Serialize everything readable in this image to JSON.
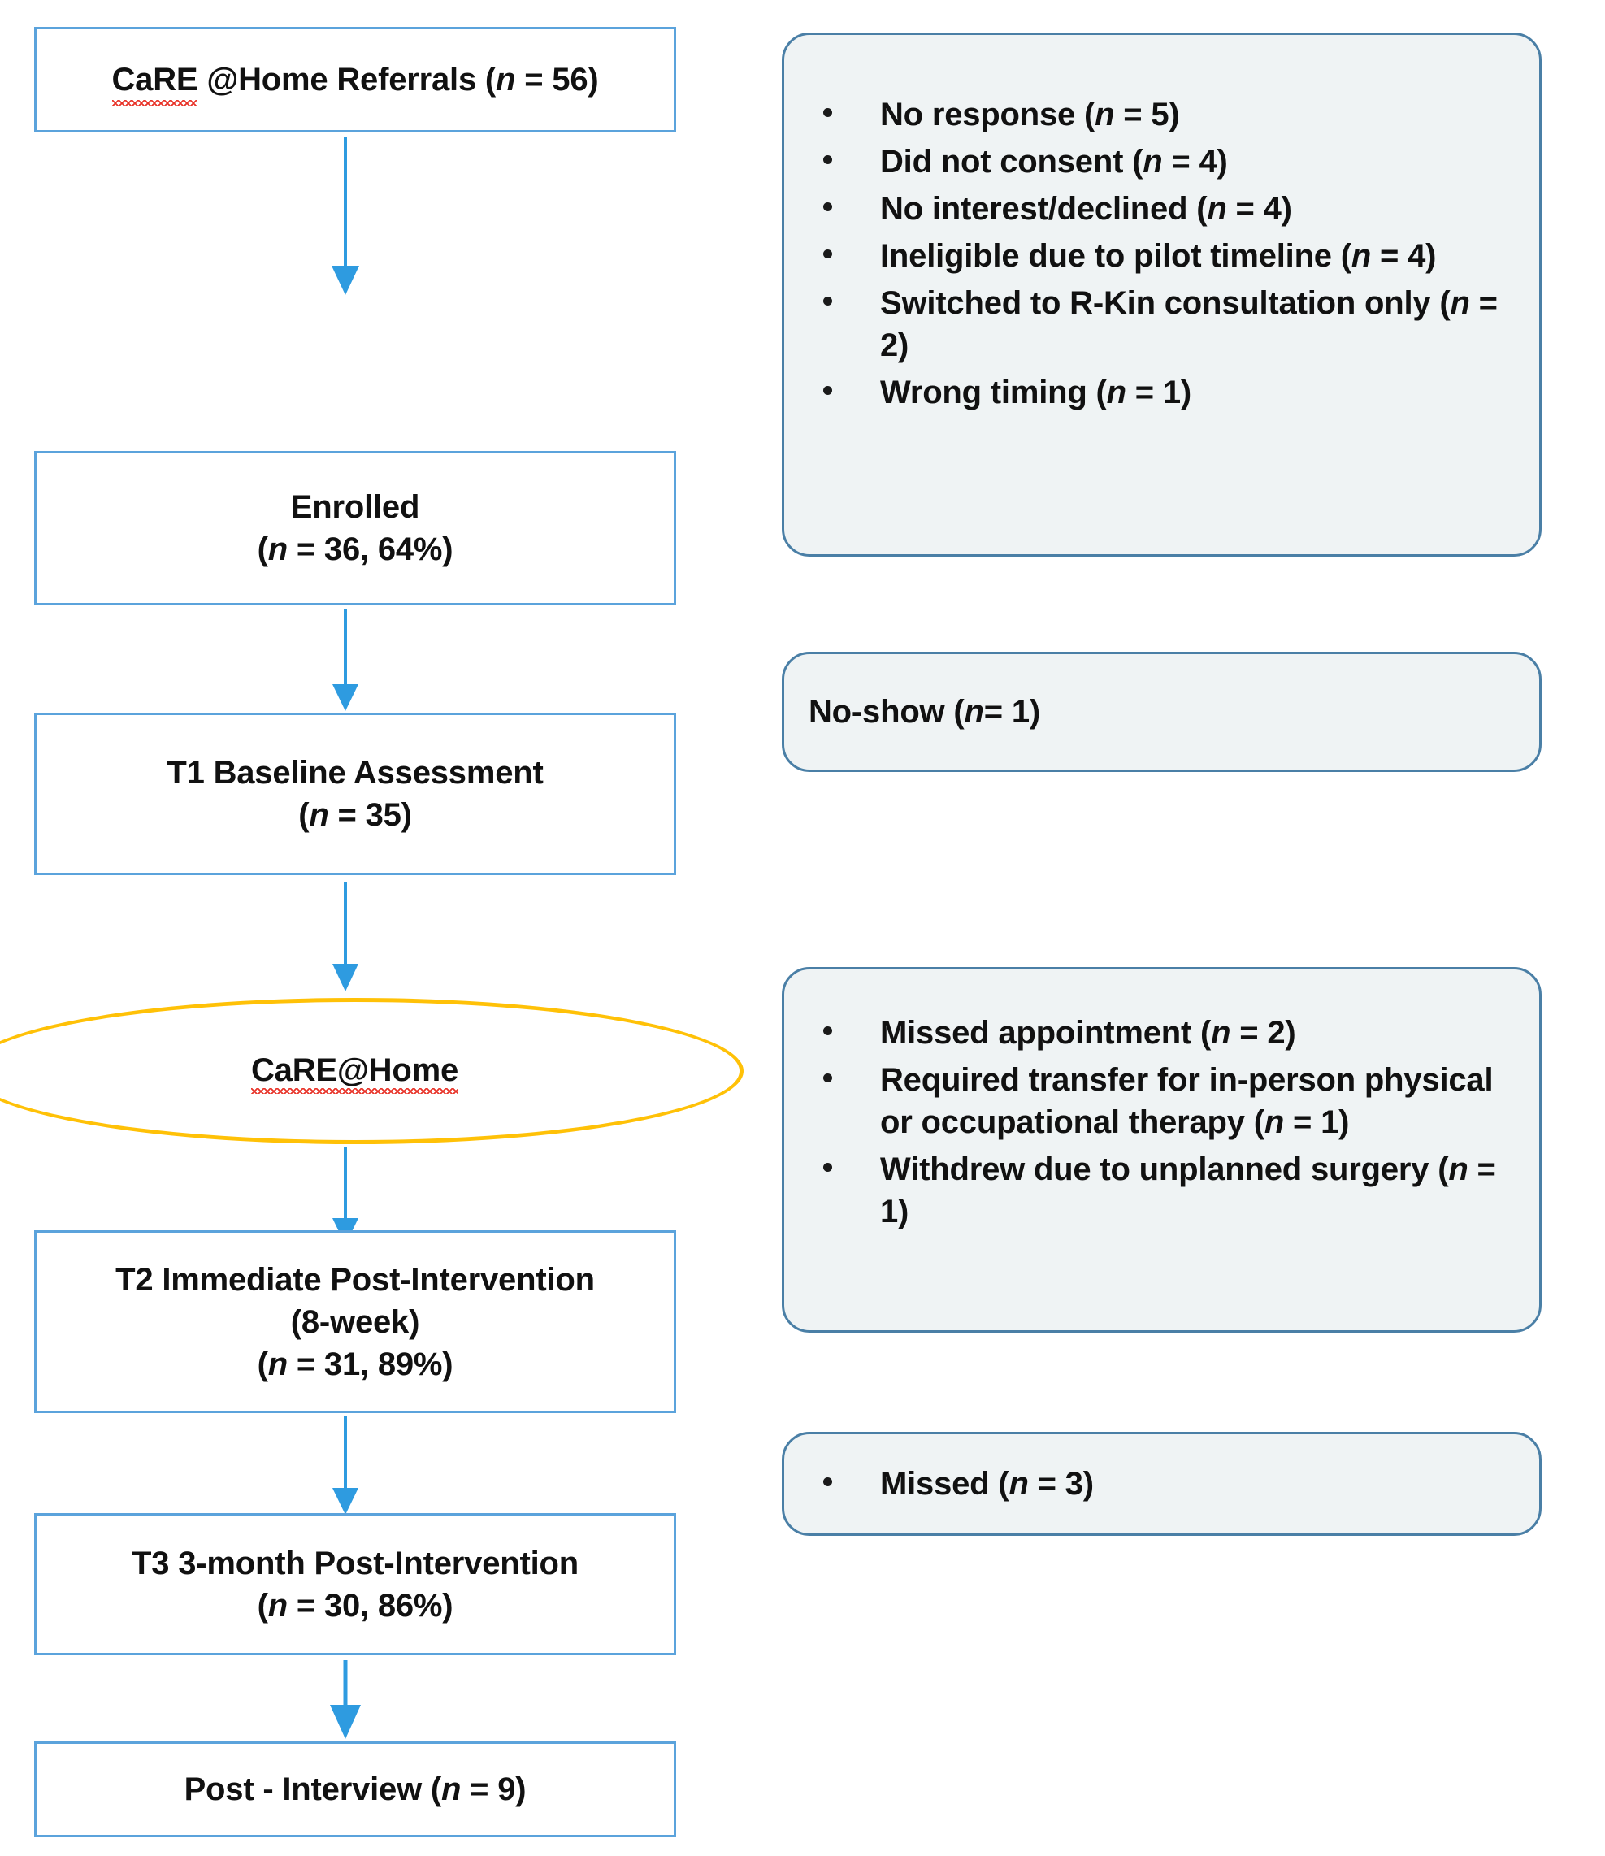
{
  "diagram": {
    "title": "CaRE @Home participant flow diagram",
    "colors": {
      "box_border": "#5BA3DC",
      "callout_border": "#4A7FA6",
      "callout_fill": "#EFF3F4",
      "arrow": "#2E9BE0",
      "ellipse_border": "#FFC107",
      "spellcheck_underline": "#E8342A",
      "text": "#111111"
    }
  },
  "flow": {
    "referrals": {
      "label_before": "CaRE",
      "label_after": " @Home Referrals (",
      "stat_var": "n",
      "stat_value": " = 56)",
      "full_text": "CaRE @Home Referrals (n = 56)"
    },
    "enrolled": {
      "line1": "Enrolled",
      "stat_open": "(",
      "stat_var": "n",
      "stat_value": " = 36, 64%)",
      "full_text": "Enrolled (n = 36, 64%)"
    },
    "baseline": {
      "line1": "T1 Baseline Assessment",
      "stat_open": "(",
      "stat_var": "n",
      "stat_value": " = 35)",
      "full_text": "T1 Baseline Assessment (n = 35)"
    },
    "intervention": {
      "label": "CaRE@Home",
      "full_text": "CaRE@Home"
    },
    "t2": {
      "line1": "T2 Immediate Post-Intervention",
      "line2": "(8-week)",
      "stat_open": "(",
      "stat_var": "n",
      "stat_value": " = 31, 89%)",
      "full_text": "T2 Immediate Post-Intervention (8-week) (n = 31, 89%)"
    },
    "t3": {
      "line1": "T3 3-month Post-Intervention",
      "stat_open": "(",
      "stat_var": "n",
      "stat_value": " = 30, 86%)",
      "full_text": "T3 3-month Post-Intervention (n = 30, 86%)"
    },
    "interview": {
      "label_before": "Post - Interview (",
      "stat_var": "n",
      "stat_value": " = 9)",
      "full_text": "Post - Interview (n = 9)"
    }
  },
  "exclusions": {
    "screening": {
      "items": [
        {
          "text_before": "No response (",
          "var": "n",
          "text_after": " = 5)",
          "full_text": "No response (n = 5)"
        },
        {
          "text_before": "Did not consent (",
          "var": "n",
          "text_after": " = 4)",
          "full_text": "Did not consent (n = 4)"
        },
        {
          "text_before": "No interest/declined (",
          "var": "n",
          "text_after": " = 4)",
          "full_text": "No interest/declined (n = 4)"
        },
        {
          "text_before": "Ineligible due to pilot timeline (",
          "var": "n",
          "text_after": " = 4)",
          "full_text": "Ineligible due to pilot timeline (n = 4)"
        },
        {
          "text_before": "Switched to R-Kin consultation only (",
          "var": "n",
          "text_after": " = 2)",
          "full_text": "Switched to R-Kin consultation only (n = 2)"
        },
        {
          "text_before": "Wrong timing (",
          "var": "n",
          "text_after": " = 1)",
          "full_text": "Wrong timing (n = 1)"
        }
      ]
    },
    "baseline_loss": {
      "text_before": "No-show (",
      "var": "n",
      "text_after": " = 1)",
      "full_text": "No-show (n = 1)"
    },
    "intervention_loss": {
      "items": [
        {
          "text_before": "Missed appointment (",
          "var": "n",
          "text_after": " = 2)",
          "full_text": "Missed appointment (n = 2)"
        },
        {
          "text_before": "Required transfer for in-person physical or occupational therapy (",
          "var": "n",
          "text_after": " = 1)",
          "full_text": "Required transfer for in-person physical or occupational therapy (n = 1)"
        },
        {
          "text_before": "Withdrew due to unplanned surgery (",
          "var": "n",
          "text_after": " = 1)",
          "full_text": "Withdrew due to unplanned surgery (n = 1)"
        }
      ]
    },
    "followup_loss": {
      "items": [
        {
          "text_before": "Missed (",
          "var": "n",
          "text_after": " = 3)",
          "full_text": "Missed (n = 3)"
        }
      ]
    }
  }
}
